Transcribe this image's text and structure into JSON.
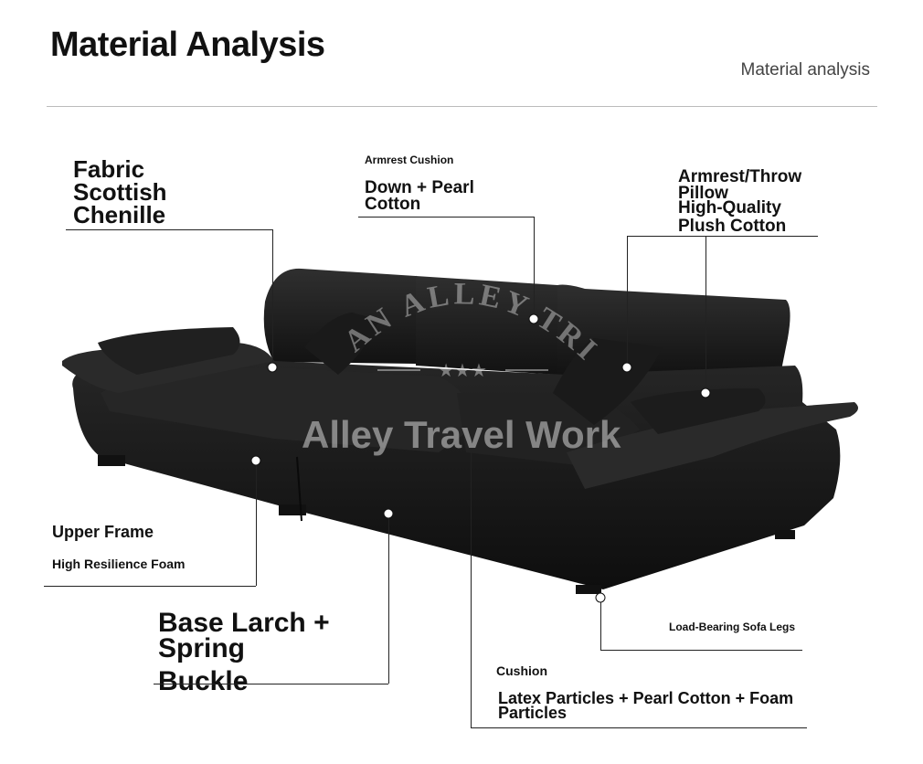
{
  "header": {
    "title": "Material Analysis",
    "subtitle": "Material analysis"
  },
  "watermark": {
    "arc_text": "AN ALLEY TRIP",
    "stars": "★★★",
    "main_text": "Alley Travel Work"
  },
  "labels": {
    "fabric": [
      "Fabric",
      "Scottish",
      "Chenille"
    ],
    "armrest_cushion_title": "Armrest Cushion",
    "armrest_cushion_value": [
      "Down + Pearl",
      "Cotton"
    ],
    "throw_pillow": [
      "Armrest/Throw",
      "Pillow",
      "High-Quality",
      "Plush Cotton"
    ],
    "upper_frame_title": "Upper Frame",
    "upper_frame_value": "High Resilience Foam",
    "base": [
      "Base Larch +",
      "Spring",
      "Buckle"
    ],
    "cushion_title": "Cushion",
    "cushion_value": [
      "Latex Particles + Pearl Cotton + Foam",
      "Particles"
    ],
    "legs": "Load-Bearing Sofa Legs"
  },
  "colors": {
    "sofa": "#1c1c1c",
    "sofa_highlight": "#2e2e2e",
    "line": "#222222"
  }
}
